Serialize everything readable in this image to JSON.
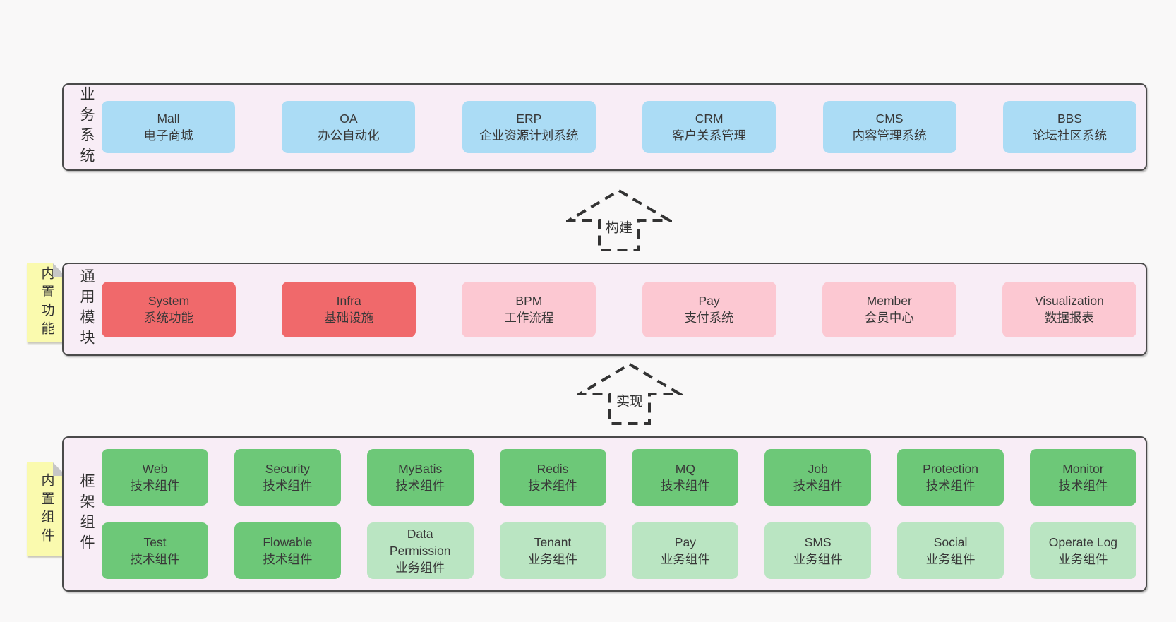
{
  "panels": [
    {
      "side_label": "业务系统",
      "rows": [
        [
          {
            "title": "Mall",
            "subtitle": "电子商城",
            "color": "blue"
          },
          {
            "title": "OA",
            "subtitle": "办公自动化",
            "color": "blue"
          },
          {
            "title": "ERP",
            "subtitle": "企业资源计划系统",
            "color": "blue"
          },
          {
            "title": "CRM",
            "subtitle": "客户关系管理",
            "color": "blue"
          },
          {
            "title": "CMS",
            "subtitle": "内容管理系统",
            "color": "blue"
          },
          {
            "title": "BBS",
            "subtitle": "论坛社区系统",
            "color": "blue"
          }
        ]
      ]
    },
    {
      "side_label": "通用模块",
      "note": "内置功能",
      "rows": [
        [
          {
            "title": "System",
            "subtitle": "系统功能",
            "color": "red"
          },
          {
            "title": "Infra",
            "subtitle": "基础设施",
            "color": "red"
          },
          {
            "title": "BPM",
            "subtitle": "工作流程",
            "color": "pink"
          },
          {
            "title": "Pay",
            "subtitle": "支付系统",
            "color": "pink"
          },
          {
            "title": "Member",
            "subtitle": "会员中心",
            "color": "pink"
          },
          {
            "title": "Visualization",
            "subtitle": "数据报表",
            "color": "pink"
          }
        ]
      ]
    },
    {
      "side_label": "框架组件",
      "note": "内置组件",
      "rows": [
        [
          {
            "title": "Web",
            "subtitle": "技术组件",
            "color": "green"
          },
          {
            "title": "Security",
            "subtitle": "技术组件",
            "color": "green"
          },
          {
            "title": "MyBatis",
            "subtitle": "技术组件",
            "color": "green"
          },
          {
            "title": "Redis",
            "subtitle": "技术组件",
            "color": "green"
          },
          {
            "title": "MQ",
            "subtitle": "技术组件",
            "color": "green"
          },
          {
            "title": "Job",
            "subtitle": "技术组件",
            "color": "green"
          },
          {
            "title": "Protection",
            "subtitle": "技术组件",
            "color": "green"
          },
          {
            "title": "Monitor",
            "subtitle": "技术组件",
            "color": "green"
          }
        ],
        [
          {
            "title": "Test",
            "subtitle": "技术组件",
            "color": "green"
          },
          {
            "title": "Flowable",
            "subtitle": "技术组件",
            "color": "green"
          },
          {
            "title": "Data Permission",
            "subtitle": "业务组件",
            "color": "green-light"
          },
          {
            "title": "Tenant",
            "subtitle": "业务组件",
            "color": "green-light"
          },
          {
            "title": "Pay",
            "subtitle": "业务组件",
            "color": "green-light"
          },
          {
            "title": "SMS",
            "subtitle": "业务组件",
            "color": "green-light"
          },
          {
            "title": "Social",
            "subtitle": "业务组件",
            "color": "green-light"
          },
          {
            "title": "Operate Log",
            "subtitle": "业务组件",
            "color": "green-light"
          }
        ]
      ]
    }
  ],
  "arrows": [
    {
      "label": "构建"
    },
    {
      "label": "实现"
    }
  ],
  "colors": {
    "page_bg": "#f9f8f8",
    "panel_bg": "#f8edf6",
    "panel_border": "#4a4a4a",
    "box_blue": "#abdcf5",
    "box_red": "#f0696b",
    "box_pink": "#fcc8d2",
    "box_green": "#6dc878",
    "box_green_light": "#bae5c2",
    "note_yellow": "#fafaae",
    "note_fold_gray": "#c6c6c6",
    "arrow_stroke": "#333333"
  }
}
